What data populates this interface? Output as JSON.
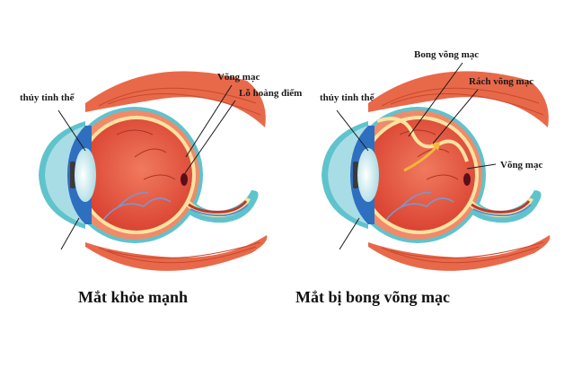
{
  "diagram": {
    "colors": {
      "muscle": "#e8694a",
      "muscle_stripe": "#c9472e",
      "sclera_outline": "#5fc3cc",
      "choroid": "#f08a6a",
      "retina": "#fbe3a0",
      "vitreous": "#e2513d",
      "cornea": "#a8dde6",
      "iris": "#2f6fc0",
      "lens": "#d6f0f4",
      "macula": "#5a0f1a",
      "vessels_blue": "#7f95c8",
      "vessels_red": "#b83a2f",
      "tear_arrow": "#f6b63a",
      "pointer": "#1a1a1a"
    },
    "healthy_eye": {
      "caption": "Mắt khỏe mạnh",
      "labels": {
        "lens": "thủy tinh thể",
        "retina": "Võng mạc",
        "macula": "Lỗ hoàng điểm"
      }
    },
    "detached_eye": {
      "caption": "Mắt bị bong võng mạc",
      "labels": {
        "lens": "thủy tinh thể",
        "detachment": "Bong võng mạc",
        "tear": "Rách võng mạc",
        "retina": "Võng mạc"
      }
    }
  }
}
